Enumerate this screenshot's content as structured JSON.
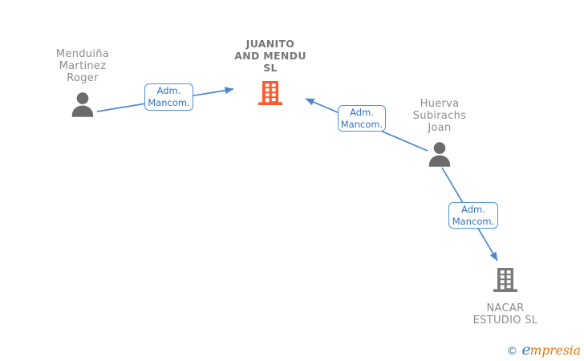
{
  "diagram": {
    "nodes": {
      "person1": {
        "type": "person",
        "name": "Menduiña\nMartinez\nRoger"
      },
      "company1": {
        "type": "company",
        "name": "JUANITO\nAND MENDU SL",
        "highlighted": true
      },
      "person2": {
        "type": "person",
        "name": "Huerva\nSubirachs\nJoan"
      },
      "company2": {
        "type": "company",
        "name": "NACAR\nESTUDIO SL",
        "highlighted": false
      }
    },
    "edges": [
      {
        "from": "Menduiña Martinez Roger",
        "to": "JUANITO AND MENDU SL",
        "label": "Adm.\nMancom."
      },
      {
        "from": "Huerva Subirachs Joan",
        "to": "JUANITO AND MENDU SL",
        "label": "Adm.\nMancom."
      },
      {
        "from": "Huerva Subirachs Joan",
        "to": "NACAR ESTUDIO SL",
        "label": "Adm.\nMancom."
      }
    ],
    "colors": {
      "edge_blue": "#4a86d2",
      "edge_label_text": "#2f72c4",
      "edge_label_border": "#4f93dd",
      "company_highlight": "#fa5a2c",
      "company_gray": "#7b7b7b",
      "person_gray": "#6b6b6b",
      "name_text_gray": "#8c8c8c"
    }
  },
  "footer": {
    "copyright_symbol": "©",
    "brand_initial": "e",
    "brand_rest": "mpresia"
  }
}
